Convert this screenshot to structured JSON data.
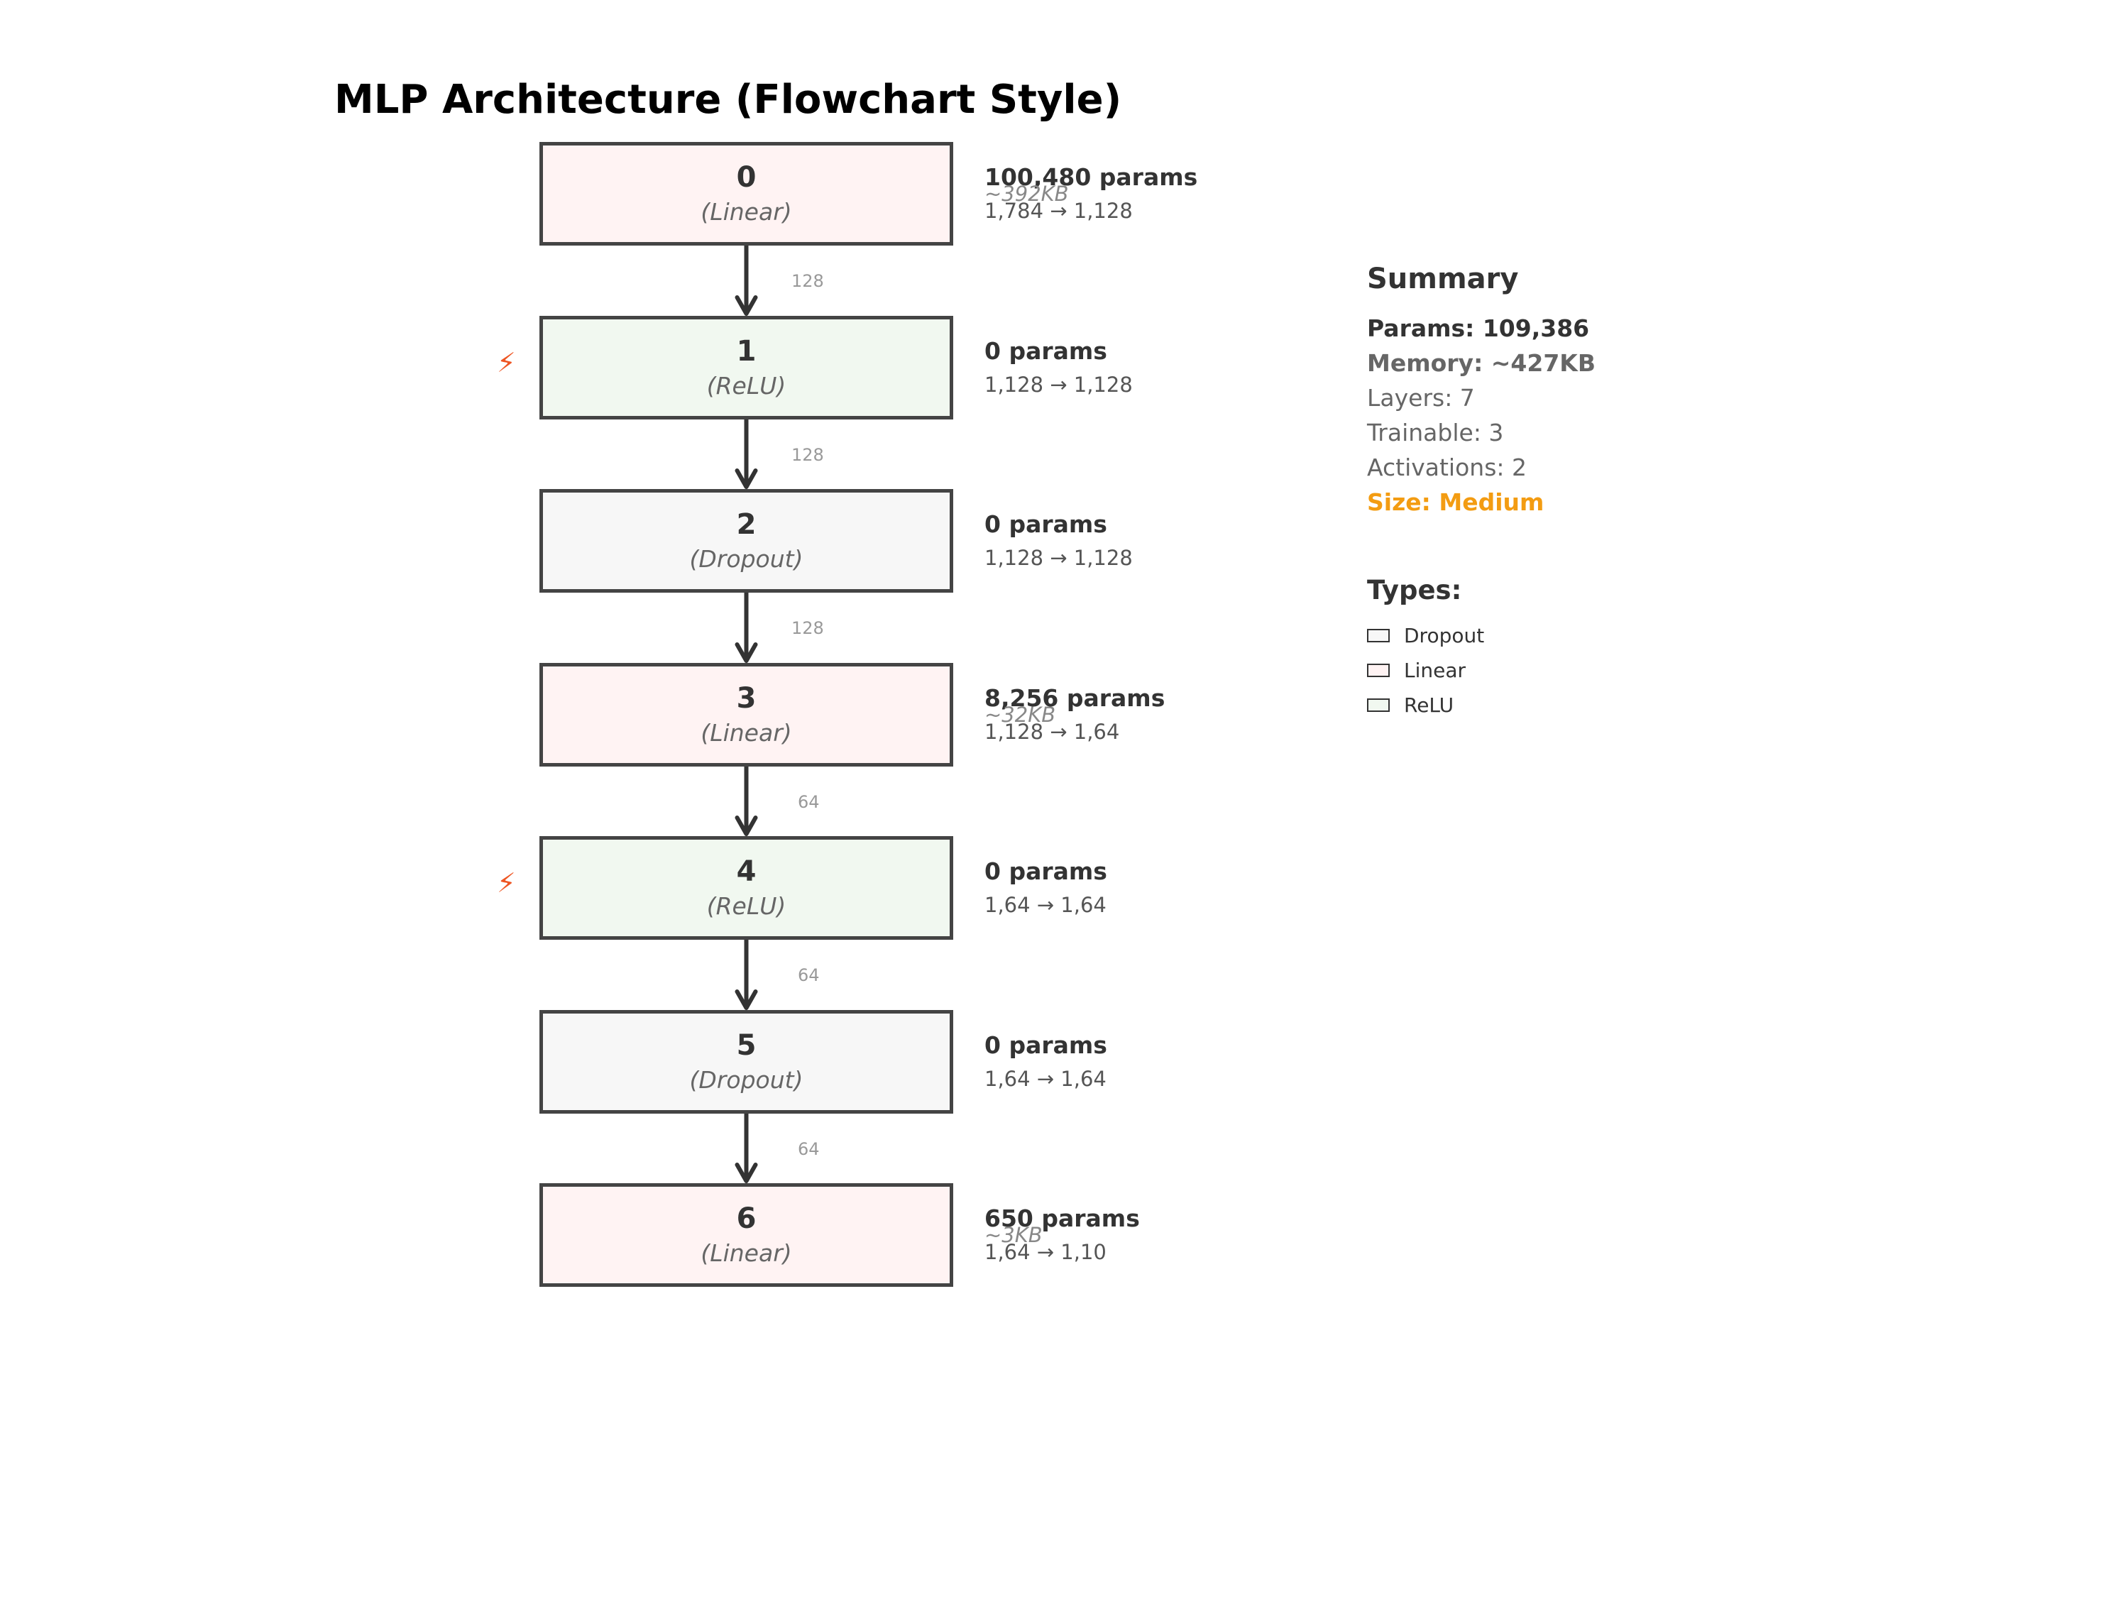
{
  "title": "MLP Architecture (Flowchart Style)",
  "colors": {
    "Linear": "#fff3f3",
    "ReLU": "#f1f8f0",
    "Dropout": "#f7f7f7",
    "box_border": "#444444",
    "arrow": "#333333",
    "activation_icon": "#ee5522",
    "size_highlight": "#f39c12"
  },
  "activation_icon": "⚡",
  "layers": [
    {
      "index": "0",
      "type": "(Linear)",
      "params": "100,480 params",
      "memory": "~392KB",
      "shape": "1,784 → 1,128"
    },
    {
      "index": "1",
      "type": "(ReLU)",
      "params": "0 params",
      "memory": "",
      "shape": "1,128 → 1,128",
      "activation": true
    },
    {
      "index": "2",
      "type": "(Dropout)",
      "params": "0 params",
      "memory": "",
      "shape": "1,128 → 1,128"
    },
    {
      "index": "3",
      "type": "(Linear)",
      "params": "8,256 params",
      "memory": "~32KB",
      "shape": "1,128 → 1,64"
    },
    {
      "index": "4",
      "type": "(ReLU)",
      "params": "0 params",
      "memory": "",
      "shape": "1,64 → 1,64",
      "activation": true
    },
    {
      "index": "5",
      "type": "(Dropout)",
      "params": "0 params",
      "memory": "",
      "shape": "1,64 → 1,64"
    },
    {
      "index": "6",
      "type": "(Linear)",
      "params": "650 params",
      "memory": "~3KB",
      "shape": "1,64 → 1,10"
    }
  ],
  "edges": [
    "128",
    "128",
    "128",
    "64",
    "64",
    "64"
  ],
  "summary": {
    "title": "Summary",
    "params": "Params: 109,386",
    "memory": "Memory: ~427KB",
    "layers": "Layers: 7",
    "trainable": "Trainable: 3",
    "activations": "Activations: 2",
    "size": "Size: Medium"
  },
  "types": {
    "title": "Types:",
    "items": [
      {
        "label": "Dropout",
        "color": "#f7f7f7"
      },
      {
        "label": "Linear",
        "color": "#fff3f3"
      },
      {
        "label": "ReLU",
        "color": "#f1f8f0"
      }
    ]
  }
}
